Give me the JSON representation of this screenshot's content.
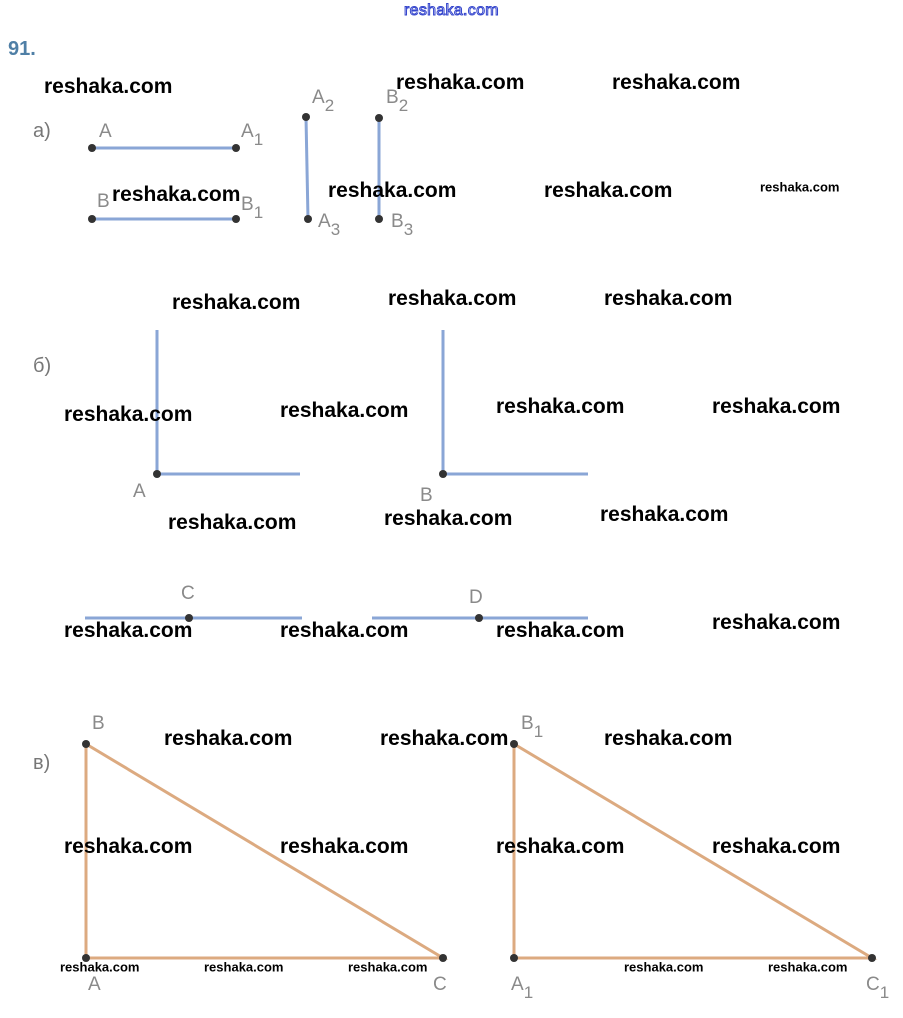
{
  "header": {
    "site": "reshaka.com",
    "exercise_number": "91."
  },
  "parts": {
    "a": {
      "label": "а)",
      "points": {
        "A": [
          "A",
          ""
        ],
        "A1": [
          "A",
          "1"
        ],
        "B": [
          "B",
          ""
        ],
        "B1": [
          "B",
          "1"
        ],
        "A2": [
          "A",
          "2"
        ],
        "A3": [
          "A",
          "3"
        ],
        "B2": [
          "B",
          "2"
        ],
        "B3": [
          "B",
          "3"
        ]
      }
    },
    "b": {
      "label": "б)",
      "points": {
        "A": [
          "A",
          ""
        ],
        "B": [
          "B",
          ""
        ],
        "C": [
          "C",
          ""
        ],
        "D": [
          "D",
          ""
        ]
      }
    },
    "v": {
      "label": "в)",
      "points": {
        "B": [
          "B",
          ""
        ],
        "A": [
          "A",
          ""
        ],
        "C": [
          "C",
          ""
        ],
        "B1": [
          "B",
          "1"
        ],
        "A1": [
          "A",
          "1"
        ],
        "C1": [
          "C",
          "1"
        ]
      }
    }
  },
  "colors": {
    "segments_blue": "#8aa6d6",
    "triangle_orange": "#dcaa80",
    "points": "#333333"
  },
  "watermark": "reshaka.com"
}
